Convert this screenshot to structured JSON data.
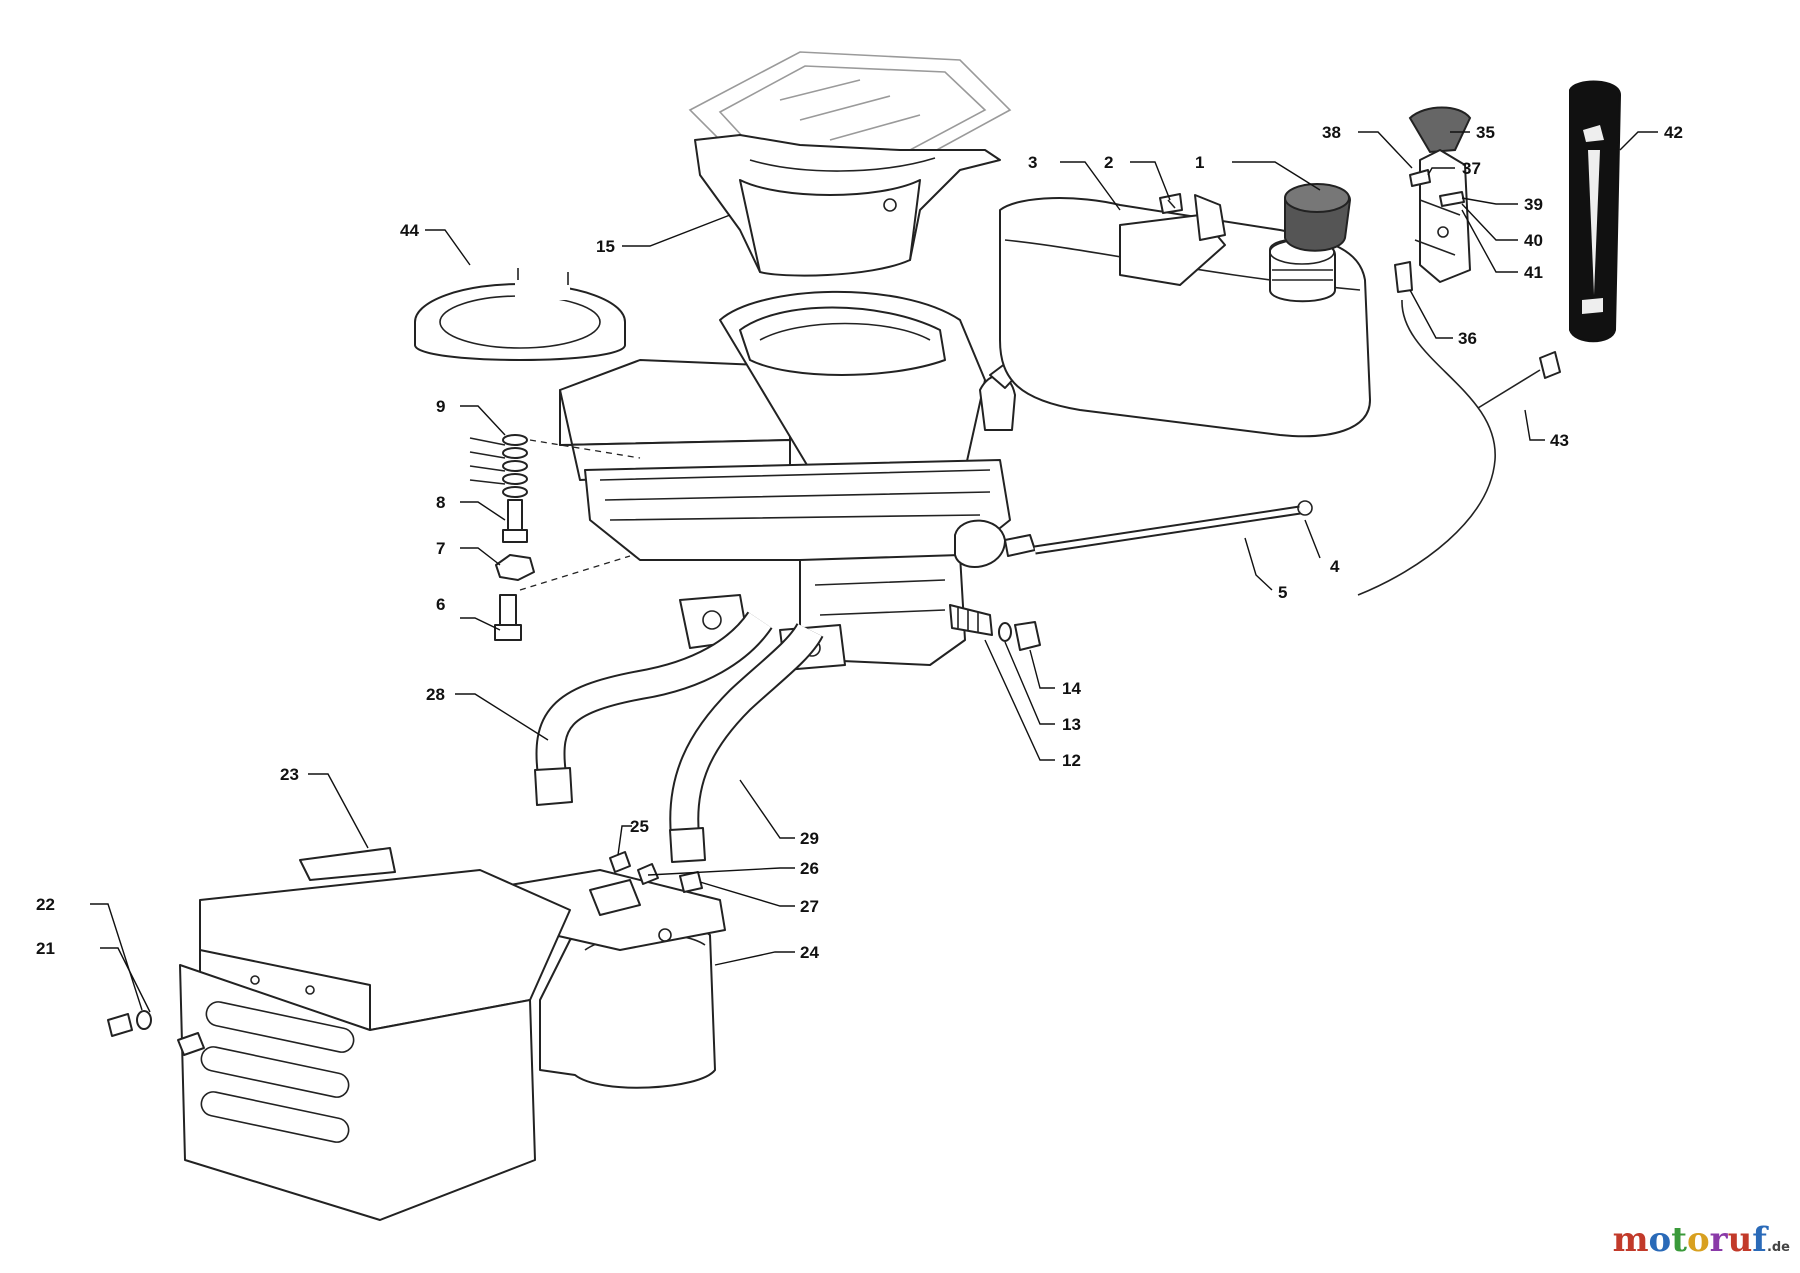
{
  "diagram": {
    "callouts": [
      {
        "id": "1",
        "label": "1"
      },
      {
        "id": "2",
        "label": "2"
      },
      {
        "id": "3",
        "label": "3"
      },
      {
        "id": "4",
        "label": "4"
      },
      {
        "id": "5",
        "label": "5"
      },
      {
        "id": "6",
        "label": "6"
      },
      {
        "id": "7",
        "label": "7"
      },
      {
        "id": "8",
        "label": "8"
      },
      {
        "id": "9",
        "label": "9"
      },
      {
        "id": "12",
        "label": "12"
      },
      {
        "id": "13",
        "label": "13"
      },
      {
        "id": "14",
        "label": "14"
      },
      {
        "id": "15",
        "label": "15"
      },
      {
        "id": "21",
        "label": "21"
      },
      {
        "id": "22",
        "label": "22"
      },
      {
        "id": "23",
        "label": "23"
      },
      {
        "id": "24",
        "label": "24"
      },
      {
        "id": "25",
        "label": "25"
      },
      {
        "id": "26",
        "label": "26"
      },
      {
        "id": "27",
        "label": "27"
      },
      {
        "id": "28",
        "label": "28"
      },
      {
        "id": "29",
        "label": "29"
      },
      {
        "id": "35",
        "label": "35"
      },
      {
        "id": "36",
        "label": "36"
      },
      {
        "id": "37",
        "label": "37"
      },
      {
        "id": "38",
        "label": "38"
      },
      {
        "id": "39",
        "label": "39"
      },
      {
        "id": "40",
        "label": "40"
      },
      {
        "id": "41",
        "label": "41"
      },
      {
        "id": "42",
        "label": "42"
      },
      {
        "id": "43",
        "label": "43"
      },
      {
        "id": "44",
        "label": "44"
      }
    ]
  },
  "watermark": {
    "parts": [
      "m",
      "o",
      "t",
      "o",
      "r",
      "u",
      "f"
    ],
    "tld": ".de"
  }
}
